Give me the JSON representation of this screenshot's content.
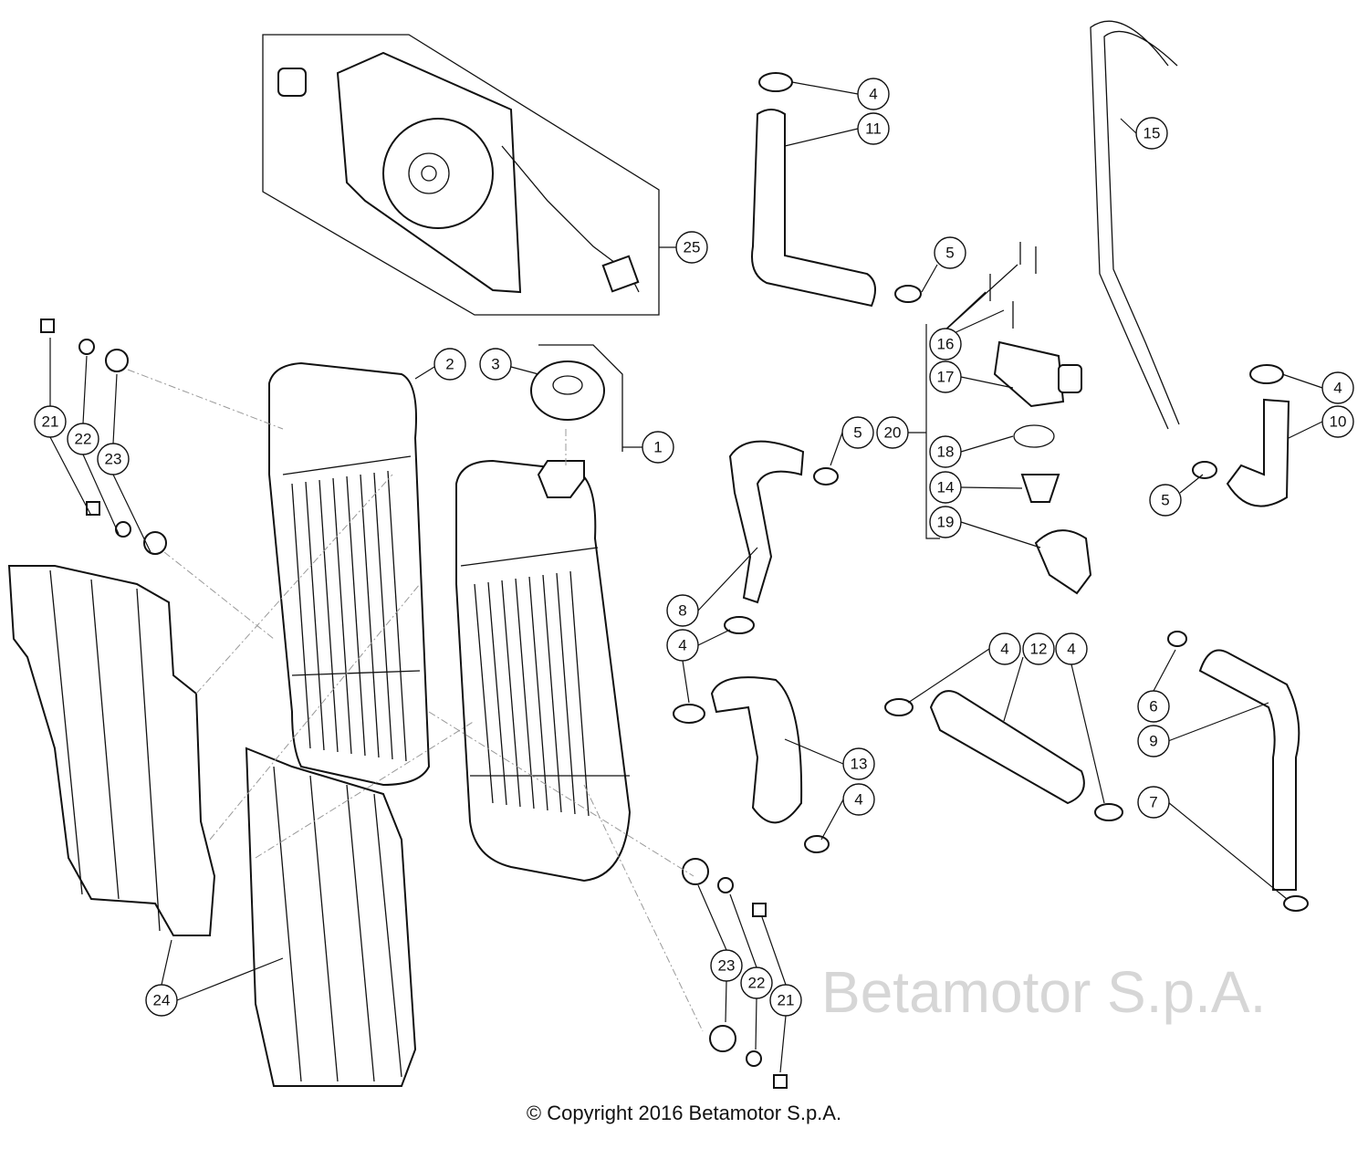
{
  "watermark": "Betamotor S.p.A.",
  "copyright": "© Copyright 2016 Betamotor S.p.A.",
  "callouts": [
    "4",
    "11",
    "15",
    "25",
    "5",
    "16",
    "17",
    "20",
    "18",
    "14",
    "19",
    "5",
    "4",
    "10",
    "5",
    "2",
    "3",
    "1",
    "21",
    "22",
    "23",
    "8",
    "4",
    "4",
    "12",
    "4",
    "6",
    "9",
    "7",
    "13",
    "4",
    "24",
    "23",
    "22",
    "21"
  ]
}
